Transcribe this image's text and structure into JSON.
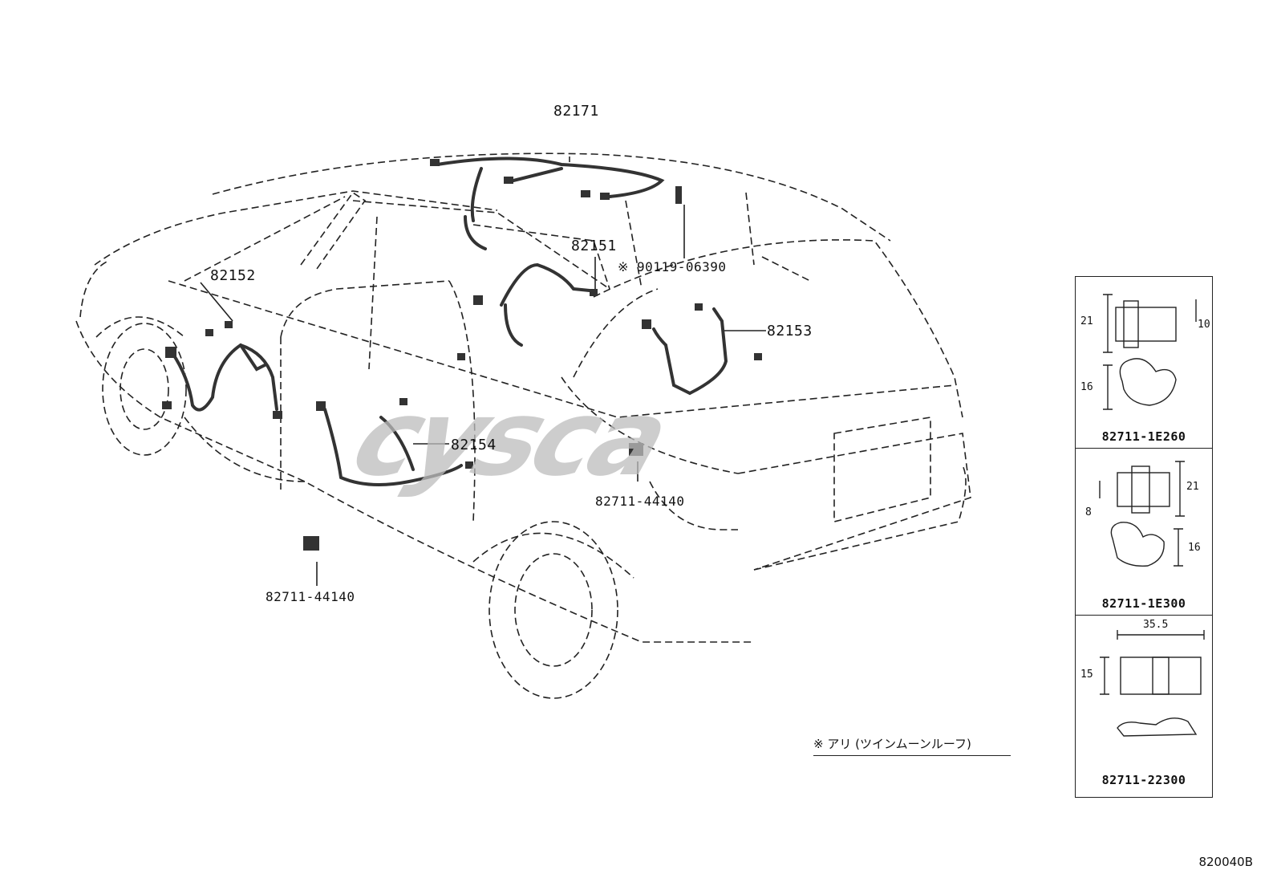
{
  "diagram": {
    "parts": {
      "roof_harness": "82171",
      "harness_82151": "82151",
      "harness_82152": "82152",
      "harness_82153": "82153",
      "harness_82154": "82154",
      "bolt": "※ 90119-06390",
      "clamp_rear": "82711-44140",
      "clamp_front": "82711-44140"
    },
    "clip_panel": [
      {
        "part_number": "82711-1E260",
        "dims": [
          "21",
          "10",
          "16"
        ]
      },
      {
        "part_number": "82711-1E300",
        "dims": [
          "21",
          "8",
          "16"
        ]
      },
      {
        "part_number": "82711-22300",
        "dims": [
          "35.5",
          "15"
        ]
      }
    ],
    "note": "※ アリ (ツインムーンルーフ)",
    "figure_code": "820040B",
    "watermark": "cysca"
  }
}
